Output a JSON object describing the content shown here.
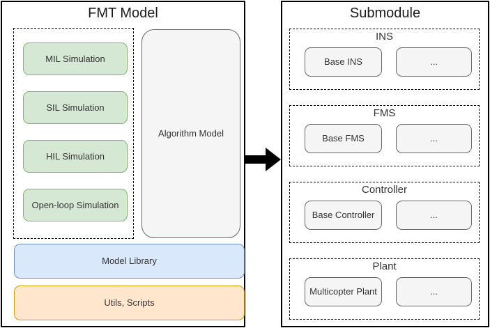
{
  "left_panel": {
    "title": "FMT Model",
    "simulations": [
      {
        "label": "MIL Simulation"
      },
      {
        "label": "SIL Simulation"
      },
      {
        "label": "HIL Simulation"
      },
      {
        "label": "Open-loop Simulation"
      }
    ],
    "algorithm_model_label": "Algorithm Model",
    "model_library_label": "Model Library",
    "utils_scripts_label": "Utils, Scripts"
  },
  "right_panel": {
    "title": "Submodule",
    "groups": [
      {
        "label": "INS",
        "base_label": "Base INS",
        "more_label": "..."
      },
      {
        "label": "FMS",
        "base_label": "Base FMS",
        "more_label": "..."
      },
      {
        "label": "Controller",
        "base_label": "Base Controller",
        "more_label": "..."
      },
      {
        "label": "Plant",
        "base_label": "Multicopter Plant",
        "more_label": "..."
      }
    ]
  },
  "colors": {
    "green_fill": "#d5e8d4",
    "green_border": "#82b366",
    "gray_fill": "#f5f5f5",
    "gray_border": "#666666",
    "blue_fill": "#dae8fc",
    "blue_border": "#6c8ebf",
    "orange_fill": "#ffe6cc",
    "orange_border": "#d79b00",
    "panel_border": "#000000",
    "arrow": "#000000",
    "text": "#333333"
  }
}
